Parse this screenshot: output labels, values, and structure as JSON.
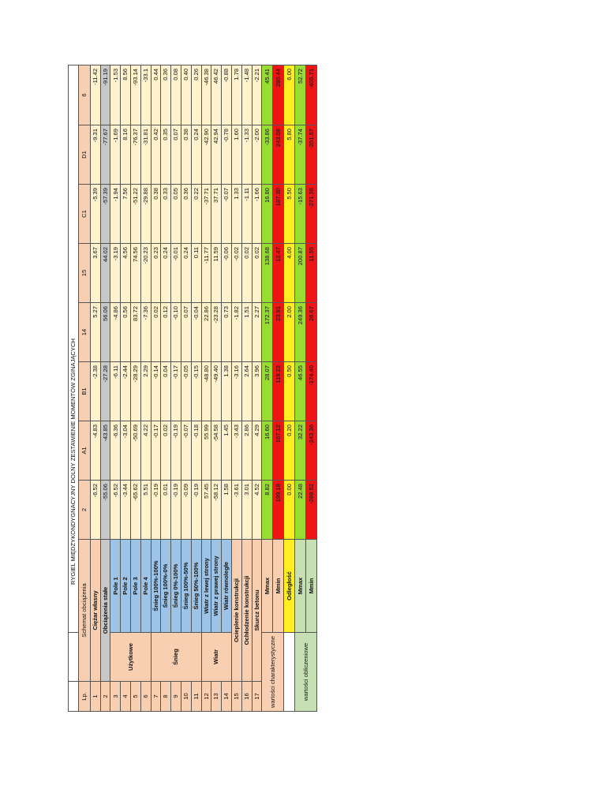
{
  "title": "RYGIEL MIĘDZYKONDYGNACYJNY DOLNY ZESTAWIENIE MOMENTÓW ZGINAJĄCYCH",
  "header": {
    "lp": "Lp.",
    "schemat": "Schemat obciążenia",
    "columns": [
      "2",
      "A1",
      "B1",
      "14",
      "15",
      "C1",
      "D1",
      "6"
    ]
  },
  "rows": [
    {
      "lp": "1",
      "label": "Ciężar własny",
      "values": [
        "-6.52",
        "-4.83",
        "-2.38",
        "5.27",
        "3.67",
        "-5.39",
        "-9.31",
        "-11.42"
      ]
    },
    {
      "lp": "2",
      "label": "Obciążenia stałe",
      "values": [
        "-55.06",
        "-43.85",
        "-27.28",
        "56.06",
        "44.02",
        "-57.39",
        "-77.67",
        "-91.19"
      ]
    },
    {
      "lp": "3",
      "label": "Pole 1",
      "values": [
        "-6.52",
        "-6.36",
        "-6.11",
        "-4.86",
        "-3.19",
        "-1.94",
        "-1.69",
        "-1.53"
      ]
    },
    {
      "lp": "4",
      "label": "Pole 2",
      "values": [
        "-3.44",
        "-3.04",
        "-2.44",
        "0.56",
        "4.56",
        "7.56",
        "8.16",
        "8.56"
      ]
    },
    {
      "lp": "5",
      "label": "Pole 3",
      "values": [
        "-65.62",
        "-50.69",
        "-28.29",
        "83.72",
        "74.56",
        "-51.22",
        "-76.37",
        "-93.14"
      ]
    },
    {
      "lp": "6",
      "label": "Pole 4",
      "values": [
        "5.51",
        "4.22",
        "2.29",
        "-7.36",
        "-20.23",
        "-29.88",
        "-31.81",
        "-33.1"
      ]
    },
    {
      "lp": "7",
      "label": "Śnieg 100%-100%",
      "values": [
        "-0.19",
        "-0.17",
        "-0.14",
        "0.02",
        "0.23",
        "0.38",
        "0.42",
        "0.44"
      ]
    },
    {
      "lp": "8",
      "label": "Śnieg 100%-0%",
      "values": [
        "0.01",
        "0.02",
        "0.04",
        "0.12",
        "0.24",
        "0.33",
        "0.35",
        "0.36"
      ]
    },
    {
      "lp": "9",
      "label": "Śnieg 0%-100%",
      "values": [
        "-0.19",
        "-0.19",
        "-0.17",
        "-0.10",
        "-0.01",
        "0.05",
        "0.07",
        "0.08"
      ]
    },
    {
      "lp": "10",
      "label": "Śnieg 100%-50%",
      "values": [
        "-0.09",
        "-0.07",
        "-0.05",
        "0.07",
        "0.24",
        "0.36",
        "0.38",
        "0.40"
      ]
    },
    {
      "lp": "11",
      "label": "Śnieg 50%-100%",
      "values": [
        "-0.19",
        "-0.18",
        "-0.15",
        "-0.04",
        "0.11",
        "0.22",
        "0.24",
        "0.26"
      ]
    },
    {
      "lp": "12",
      "label": "Wiatr z lewej strony",
      "values": [
        "57.45",
        "55.99",
        "-48.80",
        "22.86",
        "-11.77",
        "-37.71",
        "-42.90",
        "-46.38"
      ]
    },
    {
      "lp": "13",
      "label": "Wiatr z prawej strony",
      "values": [
        "-58.12",
        "-54.58",
        "-49.40",
        "-23.28",
        "11.59",
        "37.71",
        "42.94",
        "46.42"
      ]
    },
    {
      "lp": "14",
      "label": "Wiatr równoległe",
      "values": [
        "1.58",
        "1.45",
        "1.38",
        "0.73",
        "-0.06",
        "-0.07",
        "-0.78",
        "-0.88"
      ]
    },
    {
      "lp": "15",
      "label": "Ocieplenie konstrukcji",
      "values": [
        "-3.61",
        "-3.43",
        "-3.16",
        "-1.82",
        "-0.02",
        "1.33",
        "1.60",
        "1.78"
      ]
    },
    {
      "lp": "16",
      "label": "Ochłodzenie konstrukcji",
      "values": [
        "3.01",
        "2.86",
        "2.64",
        "1.51",
        "0.02",
        "-1.11",
        "-1.33",
        "-1.48"
      ]
    },
    {
      "lp": "17",
      "label": "Skurcz betonu",
      "values": [
        "4.52",
        "4.29",
        "3.96",
        "2.27",
        "0.02",
        "-1.66",
        "-2.00",
        "-2.21"
      ]
    }
  ],
  "groups": {
    "uzytkowe": "Użytkowe",
    "snieg": "Śnieg",
    "wiatr": "Wiatr"
  },
  "summary": {
    "char_label": "wartości charakterystyczne",
    "calc_label": "wartości obliczeniowe",
    "mmax_label": "Mmax",
    "mmin_label": "Mmin",
    "odleglosc_label": "Odległość",
    "char_mmax": [
      "8.82",
      "16.60",
      "28.07",
      "172.37",
      "138.68",
      "16.80",
      "-33.86",
      "45.41"
    ],
    "char_mmin": [
      "199.18",
      "167.12",
      "119.23",
      "23.91",
      "12.47",
      "187.30",
      "243.08",
      "280.44"
    ],
    "odleglosc": [
      "0.00",
      "0.20",
      "0.50",
      "2.00",
      "4.00",
      "5.50",
      "5.80",
      "6.00"
    ],
    "calc_mmax": [
      "22.48",
      "32.22",
      "46.55",
      "249.36",
      "200.87",
      "-15.63",
      "-37.74",
      "52.72"
    ],
    "calc_mmin": [
      "-289.52",
      "-243.36",
      "-174.40",
      "26.67",
      "11.55",
      "-271.36",
      "-351.57",
      "-405.71"
    ]
  },
  "colors": {
    "salmon": "#f9cfb1",
    "blue": "#9dc3e6",
    "cream": "#fff2cc",
    "green": "#99dd33",
    "red": "#f01414",
    "yellow": "#ffee22",
    "light_green": "#c6e0b4",
    "gray": "#c8c8c8"
  }
}
